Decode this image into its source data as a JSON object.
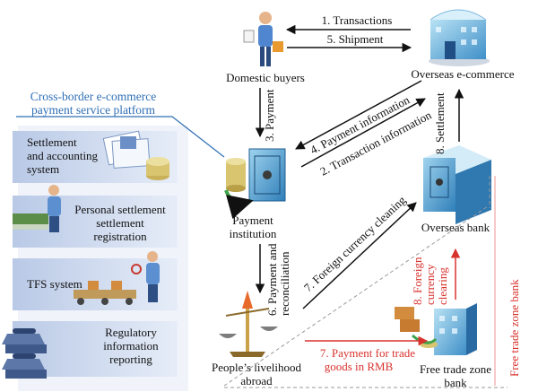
{
  "colors": {
    "black": "#111111",
    "blue": "#2f6fb5",
    "red": "#d8322d",
    "panel": "#cfd9ec",
    "panel_edge": "#aebfdd"
  },
  "icons": {
    "domestic_buyers": "person-with-bag-icon",
    "overseas_ecommerce": "office-building-icon",
    "payment_institution": "safe-with-coins-icon",
    "overseas_bank": "bank-safe-icon",
    "peoples_livelihood": "scales-of-justice-icon",
    "free_trade_zone_bank": "blue-building-icon",
    "settlement_system": "documents-and-coins-icon",
    "personal_settlement": "person-at-desk-icon",
    "tfs_system": "person-with-conveyor-icon",
    "regulatory_reporting": "telephones-icon"
  },
  "nodes": {
    "domestic_buyers": "Domestic buyers",
    "overseas_ecommerce": "Overseas e-commerce",
    "payment_institution": [
      "Payment",
      "institution"
    ],
    "overseas_bank": "Overseas bank",
    "peoples_livelihood": [
      "People’s livelihood",
      "abroad"
    ],
    "free_trade_zone_bank": [
      "Free trade zone",
      "bank"
    ]
  },
  "platform": {
    "title": [
      "Cross-border e-commerce",
      "payment service platform"
    ],
    "items": [
      [
        "Settlement",
        "and accounting",
        "system"
      ],
      [
        "Personal settlement",
        "settlement",
        "registration"
      ],
      [
        "TFS system"
      ],
      [
        "Regulatory",
        "information",
        "reporting"
      ]
    ]
  },
  "flows": {
    "transactions": "1. Transactions",
    "shipment": "5. Shipment",
    "payment": "3. Payment",
    "payment_information": "4. Payment information",
    "transaction_information": "2. Transaction information",
    "settlement": "8. Settlement",
    "payment_and_reconciliation": [
      "6. Payment and",
      "reconciliation"
    ],
    "foreign_currency_cleaning": "7. Foreign currency cleaning",
    "foreign_currency_clearing": [
      "8. Foreign",
      "currency",
      "clearing"
    ],
    "payment_for_trade_goods": [
      "7. Payment for trade",
      "goods in RMB"
    ],
    "free_trade_zone_bank_side": "Free trade zone bank"
  }
}
